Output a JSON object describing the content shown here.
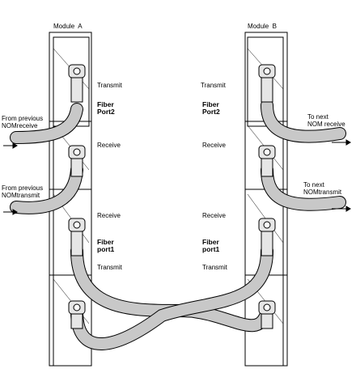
{
  "modules": {
    "a_title": "Module  A",
    "b_title": "Module  B"
  },
  "labels": {
    "transmit_top_a": "Transmit",
    "transmit_top_b": "Transmit",
    "fiber_port2_a": "Fiber\nPort2",
    "fiber_port2_b": "Fiber\nPort2",
    "receive_upper_a": "Receive",
    "receive_upper_b": "Receive",
    "receive_lower_a": "Receive",
    "receive_lower_b": "Receive",
    "fiber_port1_a": "Fiber\nport1",
    "fiber_port1_b": "Fiber\nport1",
    "transmit_bottom_a": "Transmit",
    "transmit_bottom_b": "Transmit"
  },
  "annotations": {
    "from_prev_receive": "From previous\nNOMreceive",
    "from_prev_transmit": "From previous\nNOMtransmit",
    "to_next_receive": "To next\nNOM receive",
    "to_next_transmit": "To next\nNOMtransmit"
  },
  "colors": {
    "cable_fill": "#c8c8c8",
    "outline": "#000000",
    "panel": "#ffffff"
  }
}
